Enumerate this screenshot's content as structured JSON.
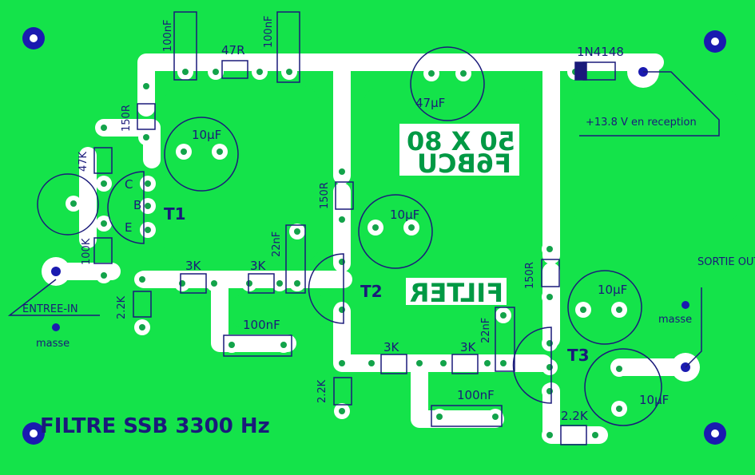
{
  "board": {
    "title": "FILTRE SSB 3300 Hz",
    "colors": {
      "board": "#14e34a",
      "copper_gap": "#ffffff",
      "silk": "#1a1a7a",
      "mount_hole": "#1a1ab0"
    }
  },
  "labels": {
    "c_100nf_a": "100nF",
    "r_47r": "47R",
    "c_100nf_b": "100nF",
    "diode": "1N4148",
    "supply": "+13.8 V  en reception",
    "c_47uf": "47µF",
    "r_150r_a": "150R",
    "r_47k": "47K",
    "c_10uf_a": "10µF",
    "r_100k": "100K",
    "pin_c": "C",
    "pin_b": "B",
    "pin_e": "E",
    "t1": "T1",
    "input": "ENTREE-IN",
    "masse_in": "masse",
    "r_2k2_a": "2.2K",
    "r_3k_a": "3K",
    "r_3k_b": "3K",
    "c_22nf_a": "22nF",
    "c_100nf_c": "100nF",
    "r_150r_b": "150R",
    "c_10uf_b": "10µF",
    "t2": "T2",
    "r_2k2_b": "2.2K",
    "mirror_size": "50 X 80",
    "mirror_call": "F6BCU",
    "mirror_filter": "FILTER",
    "r_150r_c": "150R",
    "c_10uf_c": "10µF",
    "output": "SORTIE OUT",
    "masse_out": "masse",
    "r_3k_c": "3K",
    "r_3k_d": "3K",
    "c_22nf_b": "22nF",
    "t3": "T3",
    "c_100nf_d": "100nF",
    "c_10uf_d": "10µF",
    "r_2k2_c": "2.2K"
  }
}
